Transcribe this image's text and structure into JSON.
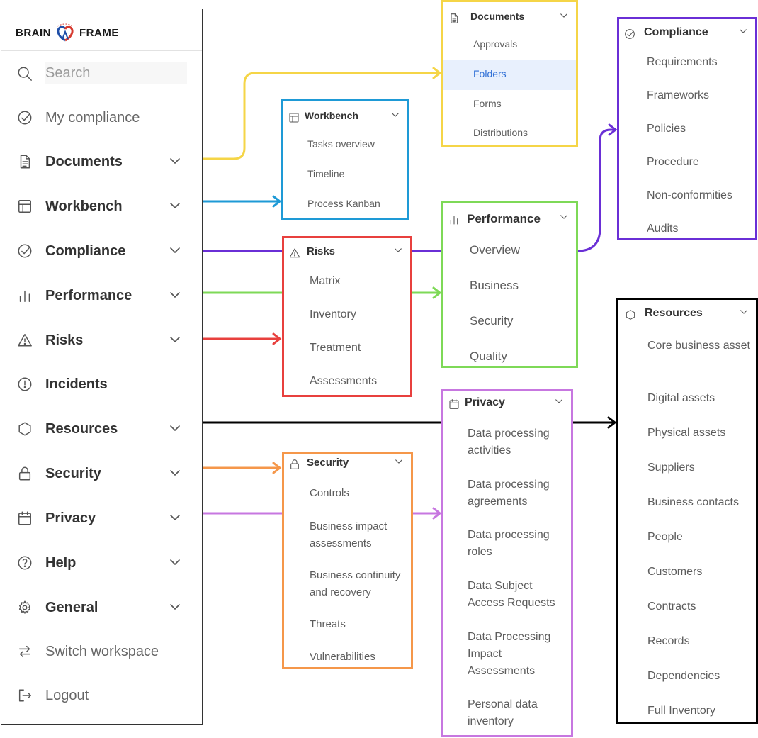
{
  "logo": {
    "left": "BRAIN",
    "right": "FRAME"
  },
  "sidebar": {
    "search_placeholder": "Search",
    "items": [
      {
        "label": "My compliance",
        "icon": "check-circle-icon",
        "expandable": false
      },
      {
        "label": "Documents",
        "icon": "document-icon",
        "expandable": true
      },
      {
        "label": "Workbench",
        "icon": "layout-icon",
        "expandable": true
      },
      {
        "label": "Compliance",
        "icon": "check-circle-icon",
        "expandable": true
      },
      {
        "label": "Performance",
        "icon": "bar-chart-icon",
        "expandable": true
      },
      {
        "label": "Risks",
        "icon": "warning-icon",
        "expandable": true
      },
      {
        "label": "Incidents",
        "icon": "alert-circle-icon",
        "expandable": false
      },
      {
        "label": "Resources",
        "icon": "hexagon-icon",
        "expandable": true
      },
      {
        "label": "Security",
        "icon": "lock-icon",
        "expandable": true
      },
      {
        "label": "Privacy",
        "icon": "calendar-icon",
        "expandable": true
      },
      {
        "label": "Help",
        "icon": "help-circle-icon",
        "expandable": true
      },
      {
        "label": "General",
        "icon": "gear-icon",
        "expandable": true
      },
      {
        "label": "Switch workspace",
        "icon": "swap-arrows-icon",
        "expandable": false
      },
      {
        "label": "Logout",
        "icon": "logout-icon",
        "expandable": false
      }
    ]
  },
  "panels": {
    "documents": {
      "title": "Documents",
      "items": [
        "Approvals",
        "Folders",
        "Forms",
        "Distributions"
      ],
      "selected": "Folders",
      "color": "#f5d547"
    },
    "workbench": {
      "title": "Workbench",
      "items": [
        "Tasks overview",
        "Timeline",
        "Process Kanban"
      ],
      "color": "#1e9ad6"
    },
    "compliance": {
      "title": "Compliance",
      "items": [
        "Requirements",
        "Frameworks",
        "Policies",
        "Procedure",
        "Non-conformities",
        "Audits"
      ],
      "color": "#6a2fd6"
    },
    "performance": {
      "title": "Performance",
      "items": [
        "Overview",
        "Business",
        "Security",
        "Quality"
      ],
      "color": "#7ed957"
    },
    "risks": {
      "title": "Risks",
      "items": [
        "Matrix",
        "Inventory",
        "Treatment",
        "Assessments"
      ],
      "color": "#e8403e"
    },
    "resources": {
      "title": "Resources",
      "items": [
        "Core business asset",
        "Digital assets",
        "Physical assets",
        "Suppliers",
        "Business contacts",
        "People",
        "Customers",
        "Contracts",
        "Records",
        "Dependencies",
        "Full Inventory"
      ],
      "color": "#000000"
    },
    "privacy": {
      "title": "Privacy",
      "items": [
        "Data processing activities",
        "Data processing agreements",
        "Data processing roles",
        "Data Subject Access Requests",
        "Data Processing Impact Assessments",
        "Personal data inventory"
      ],
      "color": "#c777e0"
    },
    "security": {
      "title": "Security",
      "items": [
        "Controls",
        "Business impact assessments",
        "Business continuity and recovery",
        "Threats",
        "Vulnerabilities"
      ],
      "color": "#f5974a"
    }
  }
}
